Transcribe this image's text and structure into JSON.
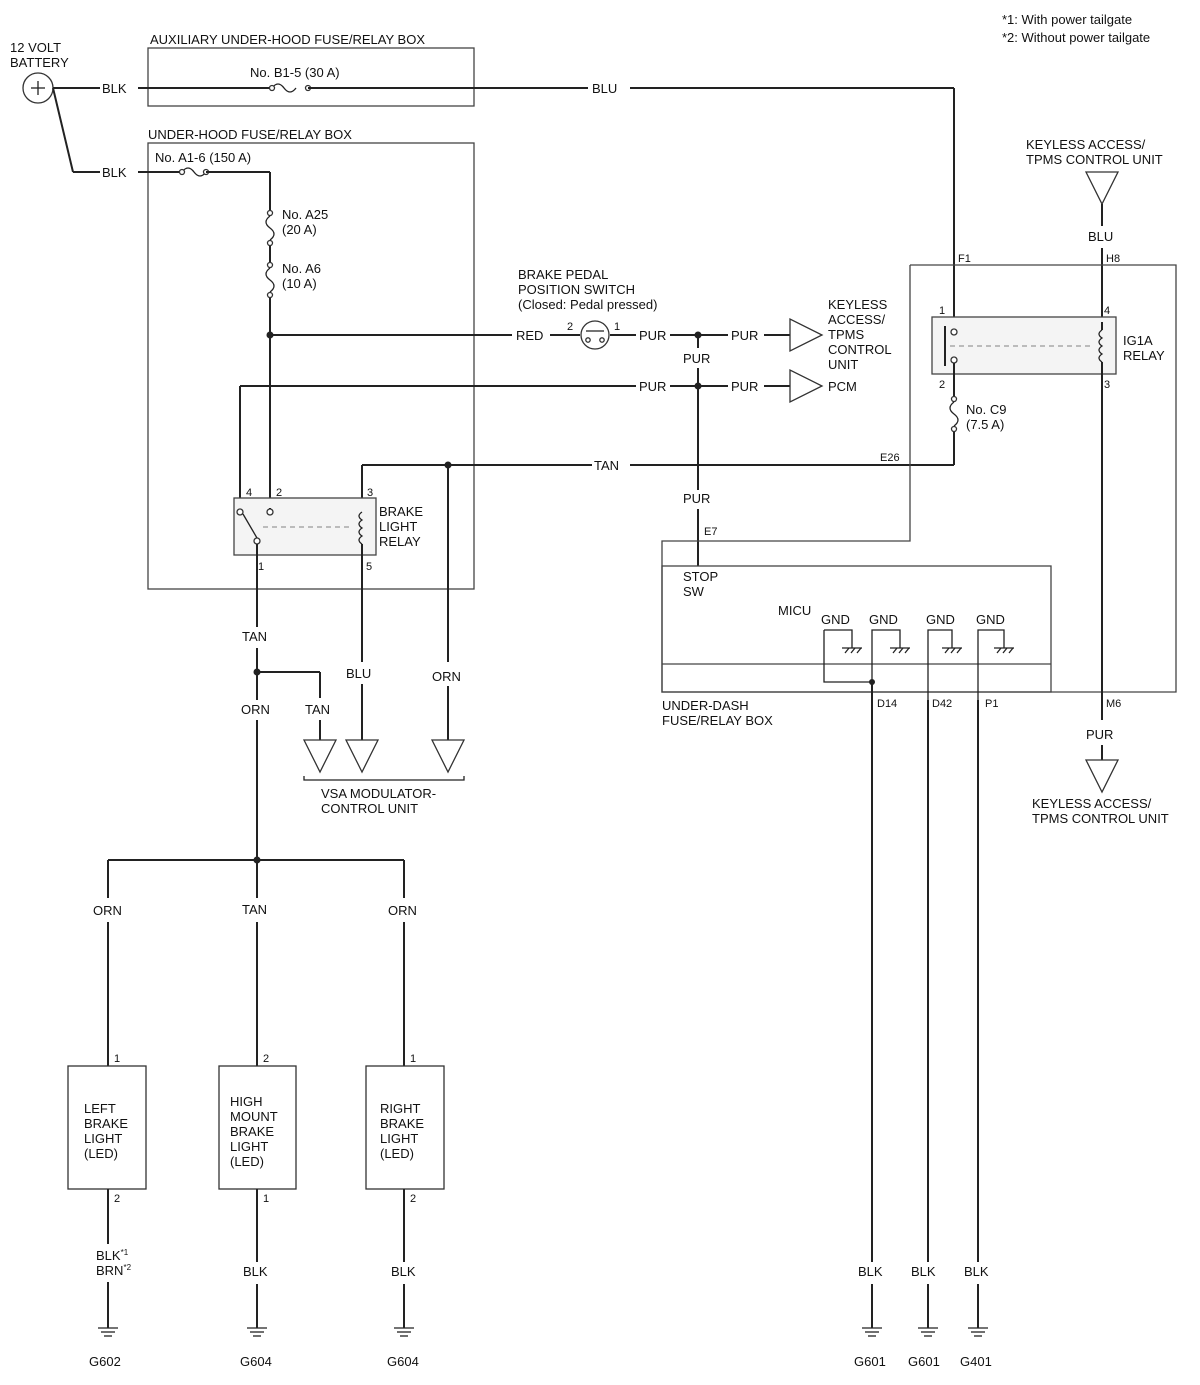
{
  "notes": [
    "*1: With power tailgate",
    "*2: Without power tailgate"
  ],
  "battery": [
    "12 VOLT",
    "BATTERY"
  ],
  "boxes": {
    "aux": "AUXILIARY UNDER-HOOD FUSE/RELAY BOX",
    "underhood": "UNDER-HOOD FUSE/RELAY BOX",
    "underdash": [
      "UNDER-DASH",
      "FUSE/RELAY BOX"
    ]
  },
  "fuses": {
    "b15": "No. B1-5 (30 A)",
    "a16": "No. A1-6 (150 A)",
    "a25": [
      "No. A25",
      "(20 A)"
    ],
    "a6": [
      "No. A6",
      "(10 A)"
    ],
    "c9": [
      "No. C9",
      "(7.5 A)"
    ]
  },
  "wires": {
    "blk1": "BLK",
    "blk2": "BLK",
    "blu_top": "BLU",
    "red": "RED",
    "pur1": "PUR",
    "pur2": "PUR",
    "pur3": "PUR",
    "pur4": "PUR",
    "pur5": "PUR",
    "pur_e7": "PUR",
    "tan_top": "TAN",
    "blu_keyless": "BLU",
    "tan_relay": "TAN",
    "orn_main": "ORN",
    "tan_vsa": "TAN",
    "blu_vsa": "BLU",
    "orn_vsa": "ORN",
    "orn_left": "ORN",
    "tan_mid": "TAN",
    "orn_right": "ORN",
    "gnd_left_main": "BLK",
    "gnd_left_sup1": "*1",
    "gnd_left_alt": "BRN",
    "gnd_left_sup2": "*2",
    "gnd_mid": "BLK",
    "gnd_right": "BLK",
    "gnd_d14": "BLK",
    "gnd_d42": "BLK",
    "gnd_p1": "BLK",
    "pur_m6": "PUR"
  },
  "switch": {
    "name": [
      "BRAKE PEDAL",
      "POSITION SWITCH",
      "(Closed: Pedal pressed)"
    ],
    "pin2": "2",
    "pin1": "1"
  },
  "brake_relay": {
    "name": [
      "BRAKE",
      "LIGHT",
      "RELAY"
    ],
    "pin4": "4",
    "pin2": "2",
    "pin3": "3",
    "pin1": "1",
    "pin5": "5"
  },
  "ig1a_relay": {
    "name": [
      "IG1A",
      "RELAY"
    ],
    "pin1": "1",
    "pin2": "2",
    "pin3": "3",
    "pin4": "4"
  },
  "keyless_top": [
    "KEYLESS ACCESS/",
    "TPMS CONTROL UNIT"
  ],
  "keyless_mid": [
    "KEYLESS",
    "ACCESS/",
    "TPMS",
    "CONTROL",
    "UNIT"
  ],
  "keyless_bottom": [
    "KEYLESS ACCESS/",
    "TPMS CONTROL UNIT"
  ],
  "pcm": "PCM",
  "vsa": [
    "VSA MODULATOR-",
    "CONTROL UNIT"
  ],
  "connectors": {
    "f1": "F1",
    "h8": "H8",
    "e26": "E26",
    "e7": "E7",
    "d14": "D14",
    "d42": "D42",
    "p1": "P1",
    "m6": "M6"
  },
  "micu": {
    "label": "MICU",
    "stop_sw": [
      "STOP",
      "SW"
    ],
    "gnd": [
      "GND",
      "GND",
      "GND",
      "GND"
    ]
  },
  "lights": {
    "left": {
      "name": [
        "LEFT",
        "BRAKE",
        "LIGHT",
        "(LED)"
      ],
      "pin_top": "1",
      "pin_bottom": "2"
    },
    "mid": {
      "name": [
        "HIGH",
        "MOUNT",
        "BRAKE",
        "LIGHT",
        "(LED)"
      ],
      "pin_top": "2",
      "pin_bottom": "1"
    },
    "right": {
      "name": [
        "RIGHT",
        "BRAKE",
        "LIGHT",
        "(LED)"
      ],
      "pin_top": "1",
      "pin_bottom": "2"
    }
  },
  "grounds": {
    "left": "G602",
    "mid": "G604",
    "right": "G604",
    "d14": "G601",
    "d42": "G601",
    "p1": "G401"
  }
}
